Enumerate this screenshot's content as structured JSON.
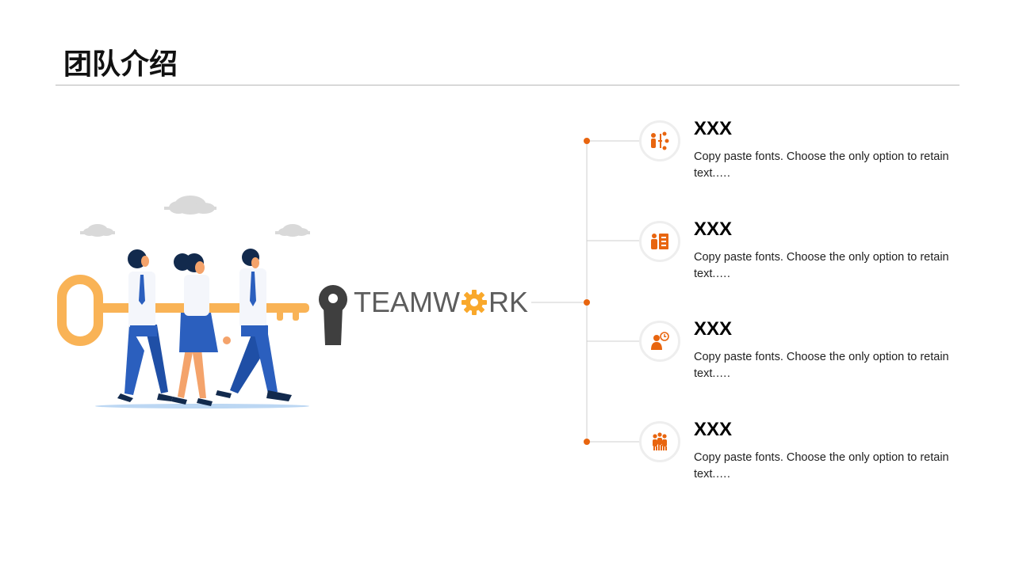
{
  "title": "团队介绍",
  "center_label": {
    "part1": "TEAMW",
    "part2": "RK"
  },
  "colors": {
    "accent": "#e8650f",
    "key": "#f9b356",
    "suit": "#2b5fbe",
    "text_gray": "#5d5d5d"
  },
  "items": [
    {
      "title": "XXX",
      "desc": "Copy paste fonts. Choose the only option to retain text.….",
      "icon": "team-connection-icon"
    },
    {
      "title": "XXX",
      "desc": "Copy paste fonts. Choose the only option to retain text.….",
      "icon": "presenter-document-icon"
    },
    {
      "title": "XXX",
      "desc": "Copy paste fonts. Choose the only option to retain text.….",
      "icon": "person-clock-icon"
    },
    {
      "title": "XXX",
      "desc": "Copy paste fonts. Choose the only option to retain text.….",
      "icon": "group-people-icon"
    }
  ]
}
